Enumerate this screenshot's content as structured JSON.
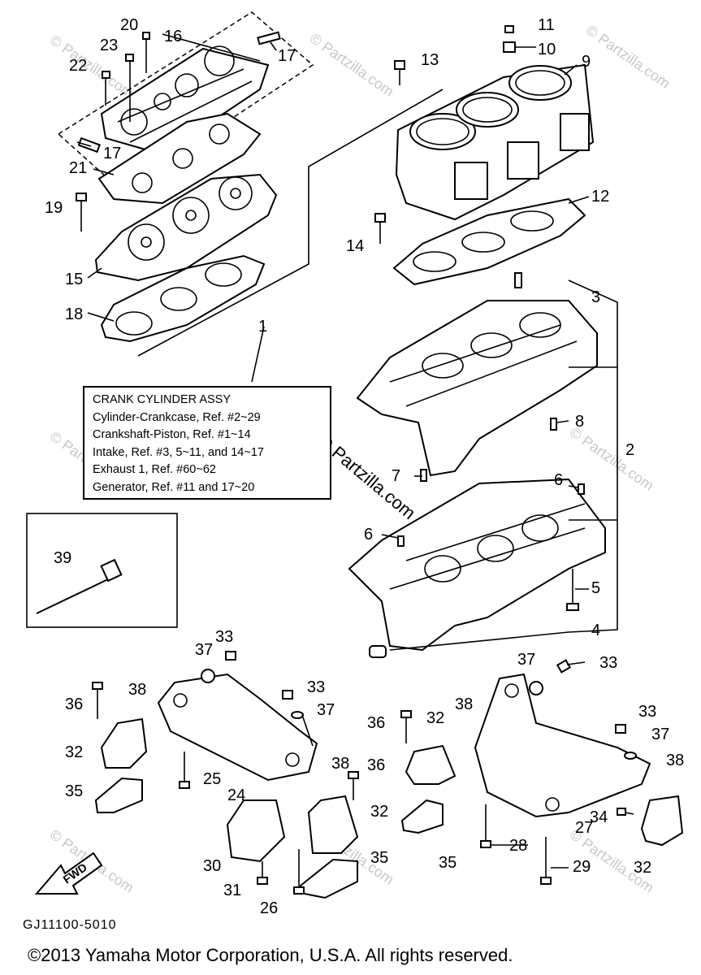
{
  "legend": {
    "title": "CRANK CYLINDER ASSY",
    "lines": [
      "Cylinder-Crankcase, Ref. #2~29",
      "Crankshaft-Piston, Ref. #1~14",
      "Intake, Ref. #3, 5~11, and 14~17",
      "Exhaust 1, Ref. #60~62",
      "Generator, Ref. #11 and 17~20"
    ]
  },
  "watermark": "© Partzilla.com",
  "diagram_code": "GJ11100-5010",
  "fwd_label": "FWD",
  "copyright": "©2013 Yamaha Motor Corporation, U.S.A. All rights reserved.",
  "callouts": [
    "20",
    "16",
    "23",
    "22",
    "17",
    "17",
    "21",
    "19",
    "15",
    "18",
    "1",
    "11",
    "10",
    "13",
    "9",
    "12",
    "14",
    "3",
    "8",
    "2",
    "7",
    "6",
    "6",
    "5",
    "4",
    "39",
    "33",
    "37",
    "33",
    "37",
    "36",
    "38",
    "32",
    "35",
    "25",
    "24",
    "38",
    "36",
    "32",
    "30",
    "35",
    "31",
    "26",
    "37",
    "33",
    "36",
    "32",
    "38",
    "33",
    "37",
    "38",
    "35",
    "28",
    "27",
    "34",
    "29",
    "32"
  ],
  "ui": {
    "accent": "#000000",
    "watermark_color": "#c8c8c8"
  }
}
